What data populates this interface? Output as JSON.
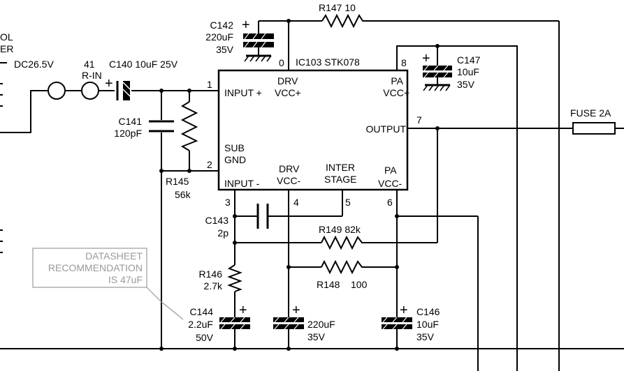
{
  "labels": {
    "dc_rail": "DC26.5V",
    "partial_top": "OL",
    "partial_bot": "ER",
    "rin_num": "41",
    "rin": "R-IN",
    "c140": "C140 10uF 25V",
    "c141_name": "C141",
    "c141_val": "120pF",
    "r145_name": "R145",
    "r145_val": "56k",
    "c142_name": "C142",
    "c142_val": "220uF",
    "c142_volt": "35V",
    "r147": "R147 10",
    "ic_title": "IC103 STK078",
    "c147_name": "C147",
    "c147_val": "10uF",
    "c147_volt": "35V",
    "fuse": "FUSE 2A",
    "c143_name": "C143",
    "c143_val": "2p",
    "r149": "R149 82k",
    "r148_name": "R148",
    "r148_val": "100",
    "r146_name": "R146",
    "r146_val": "2.7k",
    "c144_name": "C144",
    "c144_val": "2.2uF",
    "c144_volt": "50V",
    "c_mid_val": "220uF",
    "c_mid_volt": "35V",
    "c146_name": "C146",
    "c146_val": "10uF",
    "c146_volt": "35V",
    "plus": "+"
  },
  "pins": {
    "p1": "1",
    "p2": "2",
    "p0": "0",
    "p8": "8",
    "p7": "7",
    "p3": "3",
    "p4": "4",
    "p5": "5",
    "p6": "6"
  },
  "ic": {
    "input_plus": "INPUT +",
    "drv": "DRV",
    "vcc_plus": "VCC+",
    "pa": "PA",
    "pa_vcc_plus": "VCC+",
    "output": "OUTPUT",
    "sub": "SUB",
    "gnd": "GND",
    "input_minus": "INPUT -",
    "drv2": "DRV",
    "vcc_minus": "VCC-",
    "inter": "INTER",
    "stage": "STAGE",
    "pa2": "PA",
    "pa_vcc_minus": "VCC-"
  },
  "note": {
    "line1": "DATASHEET",
    "line2": "RECOMMENDATION",
    "line3": "IS  47uF"
  }
}
